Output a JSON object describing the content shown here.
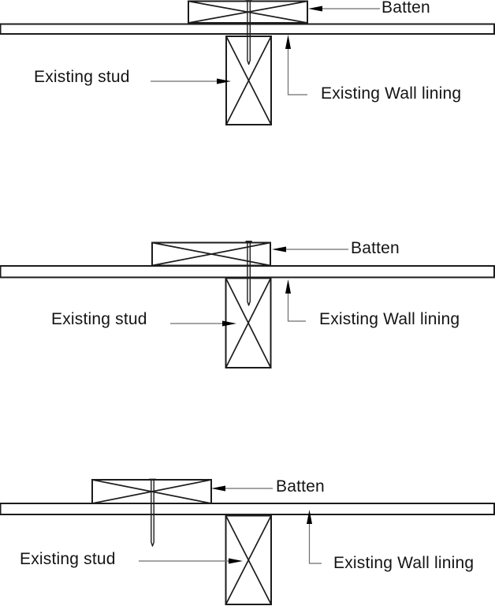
{
  "figures": [
    {
      "batten_label": "Batten",
      "stud_label": "Existing stud",
      "lining_label": "Existing Wall lining"
    },
    {
      "batten_label": "Batten",
      "stud_label": "Existing stud",
      "lining_label": "Existing Wall lining"
    },
    {
      "batten_label": "Batten",
      "stud_label": "Existing stud",
      "lining_label": "Existing Wall lining"
    }
  ],
  "colors": {
    "background": "#ffffff",
    "line": "#1c1c1c",
    "leader": "#6e6e6e",
    "arrow": "#000000",
    "text": "#141414"
  }
}
